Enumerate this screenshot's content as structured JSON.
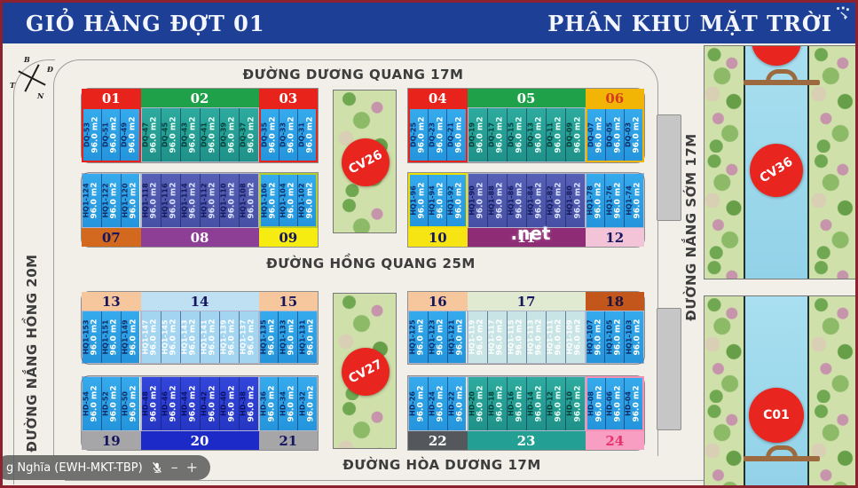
{
  "banner": {
    "left_title": "GIỎ HÀNG ĐỢT 01",
    "right_title": "PHÂN KHU MẶT TRỜI",
    "bg_color": "#1d3f96"
  },
  "streets": {
    "top": "ĐƯỜNG DƯƠNG QUANG 17M",
    "middle": "ĐƯỜNG HỒNG QUANG 25M",
    "bottom": "ĐƯỜNG HÒA DƯƠNG 17M",
    "left_vertical": "ĐƯỜNG NẮNG HỒNG 20M",
    "right_vertical": "ĐƯỜNG NẮNG SỚM 17M"
  },
  "compass": {
    "north": "B",
    "east": "Đ",
    "south": "N",
    "west": "T"
  },
  "parks": {
    "cv26": "CV26",
    "cv27": "CV27",
    "cv36": "CV36",
    "c01": "C01"
  },
  "watermark": ".net",
  "overlay": {
    "name_tag": "g Nghĩa (EWH-MKT-TBP)",
    "minus_label": "–",
    "plus_label": "+"
  },
  "plot_area_label": "96.0 m2",
  "plot_palette": {
    "blue": "#2ea4e8",
    "teal": "#2aa095",
    "indigo": "#4d58ae",
    "royal": "#2d3fd2",
    "lightblue": "#a3d5f0",
    "paleaqua": "#c9e4e4"
  },
  "rows": [
    {
      "label_position": "top",
      "groups": [
        [
          {
            "num": "01",
            "label_bg": "#e8231c",
            "label_fg": "#ffffff",
            "plot_style": "blue",
            "accent": "#e8231c",
            "plots": [
              "DQ-53",
              "DQ-51",
              "DQ-49"
            ]
          },
          {
            "num": "02",
            "label_bg": "#1fa14a",
            "label_fg": "#ffffff",
            "plot_style": "teal",
            "plots": [
              "DQ-47",
              "DQ-45",
              "DQ-43",
              "DQ-41",
              "DQ-39",
              "DQ-37"
            ]
          },
          {
            "num": "03",
            "label_bg": "#e8231c",
            "label_fg": "#ffffff",
            "plot_style": "blue",
            "accent": "#e8231c",
            "plots": [
              "DQ-35",
              "DQ-33",
              "DQ-31"
            ]
          }
        ],
        [
          {
            "num": "04",
            "label_bg": "#e8231c",
            "label_fg": "#ffffff",
            "plot_style": "blue",
            "accent": "#e8231c",
            "plots": [
              "DQ-25",
              "DQ-23",
              "DQ-21"
            ]
          },
          {
            "num": "05",
            "label_bg": "#1fa14a",
            "label_fg": "#ffffff",
            "plot_style": "teal",
            "plots": [
              "DQ-19",
              "DQ-17",
              "DQ-15",
              "DQ-13",
              "DQ-11",
              "DQ-09"
            ]
          },
          {
            "num": "06",
            "label_bg": "#f3b505",
            "label_fg": "#d63a22",
            "plot_style": "blue",
            "accent": "#f0b400",
            "plots": [
              "DQ-07",
              "DQ-05",
              "DQ-03"
            ]
          }
        ]
      ]
    },
    {
      "label_position": "bottom",
      "groups": [
        [
          {
            "num": "07",
            "label_bg": "#d2691f",
            "label_fg": "#16165e",
            "plot_style": "blue",
            "plots": [
              "HQ1-124",
              "HQ1-122",
              "HQ1-120"
            ]
          },
          {
            "num": "08",
            "label_bg": "#8c3f94",
            "label_fg": "#ffffff",
            "plot_style": "indigo",
            "plots": [
              "HQ1-118",
              "HQ1-116",
              "HQ1-114",
              "HQ1-112",
              "HQ1-110",
              "HQ1-108"
            ]
          },
          {
            "num": "09",
            "label_bg": "#f6ec12",
            "label_fg": "#16165e",
            "plot_style": "blue",
            "accent": "#b5cc2e",
            "plots": [
              "HQ1-106",
              "HQ1-104",
              "HQ1-102"
            ]
          }
        ],
        [
          {
            "num": "10",
            "label_bg": "#f6e512",
            "label_fg": "#16165e",
            "plot_style": "blue",
            "accent": "#f0e000",
            "plots": [
              "HQ1-96",
              "HQ1-94",
              "HQ1-92"
            ]
          },
          {
            "num": "11",
            "label_bg": "#8e2d75",
            "label_fg": "#ffffff",
            "plot_style": "indigo",
            "plots": [
              "HQ1-90",
              "HQ1-88",
              "HQ1-86",
              "HQ1-84",
              "HQ1-82",
              "HQ1-80"
            ]
          },
          {
            "num": "12",
            "label_bg": "#f3c3d8",
            "label_fg": "#16165e",
            "plot_style": "blue",
            "plots": [
              "HQ1-78",
              "HQ1-76",
              "HQ1-74"
            ]
          }
        ]
      ]
    },
    {
      "label_position": "top",
      "groups": [
        [
          {
            "num": "13",
            "label_bg": "#f6c79c",
            "label_fg": "#16165e",
            "plot_style": "blue",
            "plots": [
              "HQ1-153",
              "HQ1-151",
              "HQ1-149"
            ]
          },
          {
            "num": "14",
            "label_bg": "#bfe0f2",
            "label_fg": "#16165e",
            "plot_style": "lightblue",
            "plots": [
              "HQ1-147",
              "HQ1-145",
              "HQ1-143",
              "HQ1-141",
              "HQ1-139",
              "HQ1-137"
            ]
          },
          {
            "num": "15",
            "label_bg": "#f6c79c",
            "label_fg": "#16165e",
            "plot_style": "blue",
            "plots": [
              "HQ1-135",
              "HQ1-133",
              "HQ1-131"
            ]
          }
        ],
        [
          {
            "num": "16",
            "label_bg": "#f6c79c",
            "label_fg": "#16165e",
            "plot_style": "blue",
            "plots": [
              "HQ1-125",
              "HQ1-123",
              "HQ1-121"
            ]
          },
          {
            "num": "17",
            "label_bg": "#dfead0",
            "label_fg": "#16165e",
            "plot_style": "paleaqua",
            "plots": [
              "HQ1-119",
              "HQ1-117",
              "HQ1-115",
              "HQ1-113",
              "HQ1-111",
              "HQ1-109"
            ]
          },
          {
            "num": "18",
            "label_bg": "#c2561b",
            "label_fg": "#1d1440",
            "plot_style": "blue",
            "plots": [
              "HQ1-107",
              "HQ1-105",
              "HQ1-103"
            ]
          }
        ]
      ]
    },
    {
      "label_position": "bottom",
      "groups": [
        [
          {
            "num": "19",
            "label_bg": "#a6a6a8",
            "label_fg": "#16165e",
            "plot_style": "blue",
            "plots": [
              "HD-54",
              "HD-52",
              "HD-50"
            ]
          },
          {
            "num": "20",
            "label_bg": "#1c2bc8",
            "label_fg": "#ffffff",
            "plot_style": "royal",
            "plots": [
              "HD-48",
              "HD-46",
              "HD-44",
              "HD-42",
              "HD-40",
              "HD-38"
            ]
          },
          {
            "num": "21",
            "label_bg": "#a6a6a8",
            "label_fg": "#16165e",
            "plot_style": "blue",
            "plots": [
              "HD-36",
              "HD-34",
              "HD-32"
            ]
          }
        ],
        [
          {
            "num": "22",
            "label_bg": "#54585c",
            "label_fg": "#ffffff",
            "plot_style": "blue",
            "plots": [
              "HD-26",
              "HD-24",
              "HD-22"
            ]
          },
          {
            "num": "23",
            "label_bg": "#23a093",
            "label_fg": "#ffffff",
            "plot_style": "teal",
            "plots": [
              "HD-20",
              "HD-18",
              "HD-16",
              "HD-14",
              "HD-12",
              "HD-10"
            ]
          },
          {
            "num": "24",
            "label_bg": "#f79ec2",
            "label_fg": "#e8326a",
            "plot_style": "blue",
            "accent": "#f48fb5",
            "plots": [
              "HD-08",
              "HD-06",
              "HD-04"
            ]
          }
        ]
      ]
    }
  ]
}
